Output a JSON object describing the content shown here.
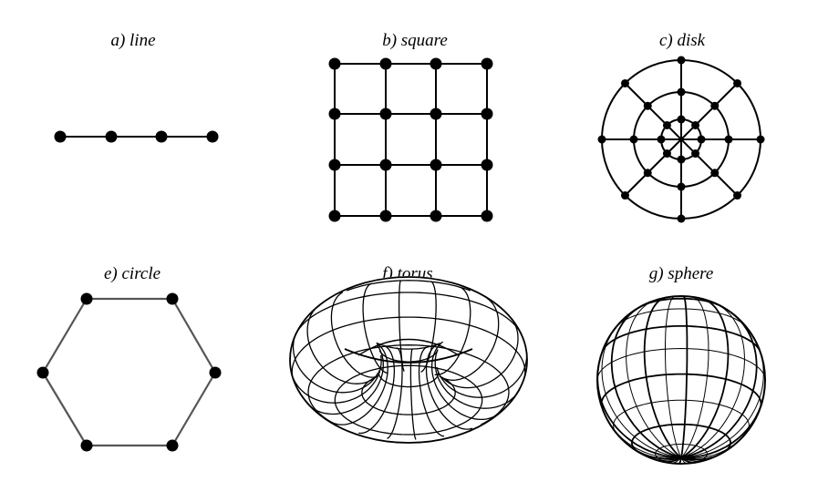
{
  "panels": [
    {
      "id": "line",
      "label": "a) line"
    },
    {
      "id": "square",
      "label": "b) square"
    },
    {
      "id": "disk",
      "label": "c) disk"
    },
    {
      "id": "circle",
      "label": "e) circle"
    },
    {
      "id": "torus",
      "label": "f) torus"
    },
    {
      "id": "sphere",
      "label": "g) sphere"
    }
  ],
  "colors": {
    "stroke": "#000000",
    "node": "#000000",
    "hexagon_edge": "#555555"
  }
}
